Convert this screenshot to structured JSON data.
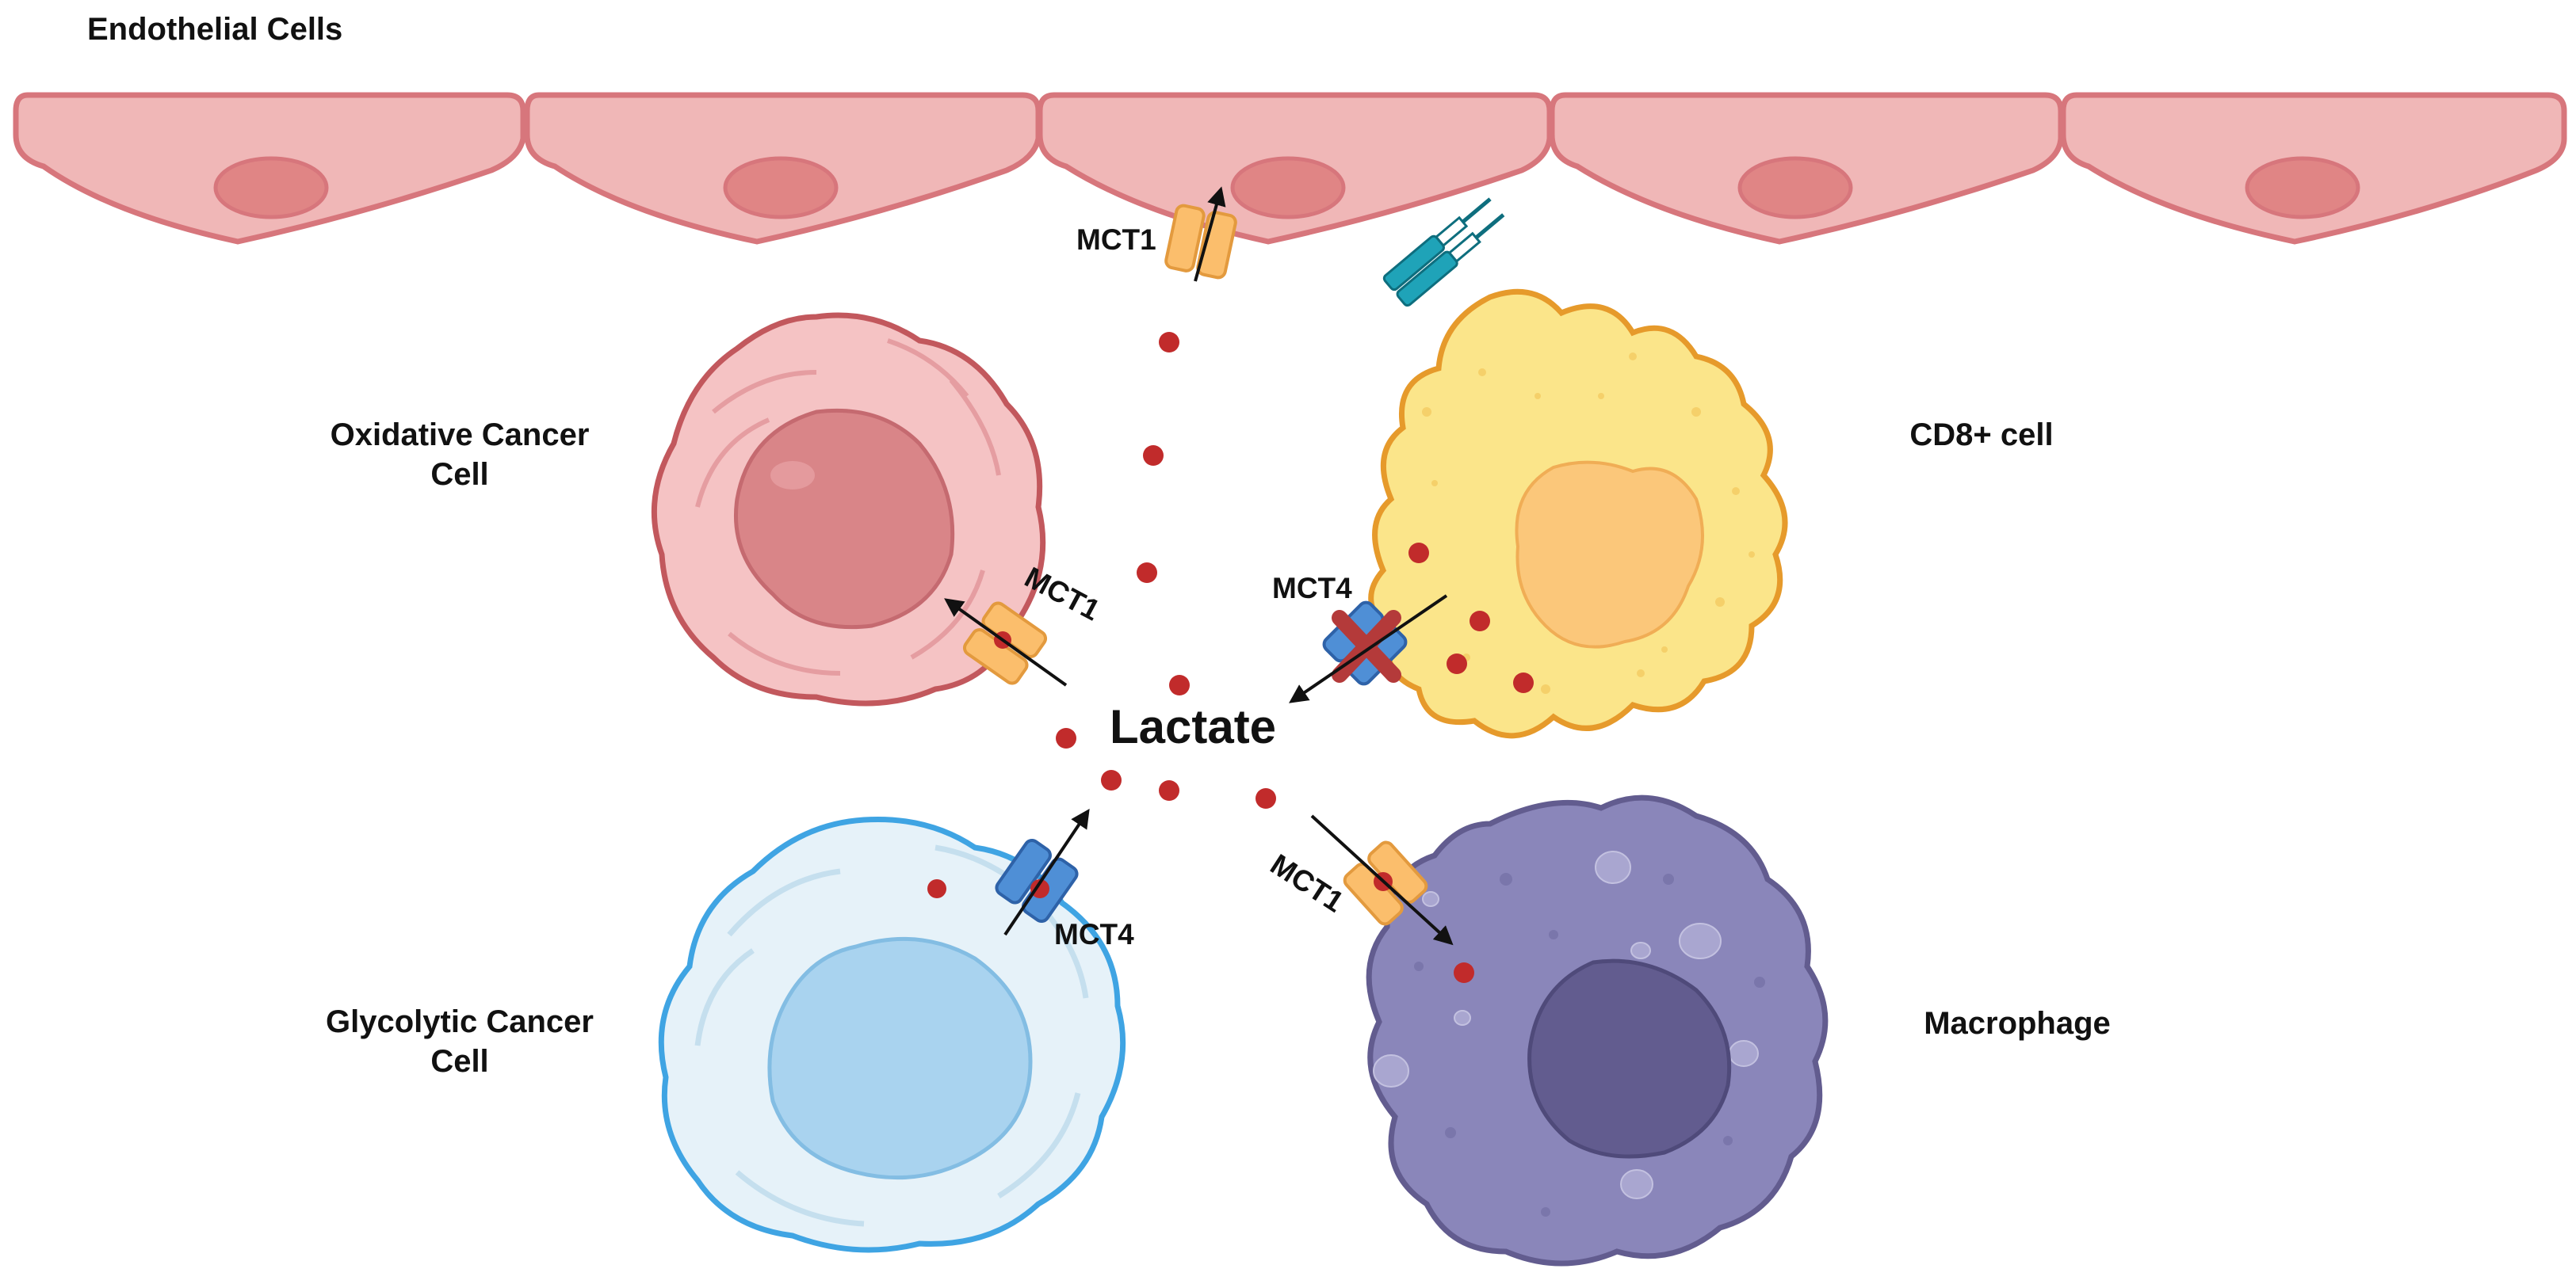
{
  "labels": {
    "endothelial": "Endothelial Cells",
    "oxidative": [
      "Oxidative Cancer",
      "Cell"
    ],
    "cd8": "CD8+ cell",
    "glycolytic": [
      "Glycolytic Cancer",
      "Cell"
    ],
    "macrophage": "Macrophage",
    "lactate": "Lactate"
  },
  "transporters": {
    "endothelial": "MCT1",
    "oxidative": "MCT1",
    "cd8": "MCT4",
    "glycolytic": "MCT4",
    "macrophage": "MCT1"
  },
  "colors": {
    "endothelial_fill": "#f0b7b7",
    "endothelial_nucleus": "#e08585",
    "oxidative_fill": "#f5c3c4",
    "oxidative_nucleus": "#d98588",
    "cd8_fill": "#fbe58a",
    "cd8_nucleus": "#fbc77a",
    "glycolytic_fill": "#e6f2f9",
    "glycolytic_nucleus": "#a9d3ef",
    "macrophage_fill": "#8a86ba",
    "macrophage_nucleus": "#625c8f",
    "mct1": "#fbbe6c",
    "mct4": "#4f8fd6",
    "lactate_dot": "#c12b2b",
    "block_mark": "#b43a3a"
  }
}
